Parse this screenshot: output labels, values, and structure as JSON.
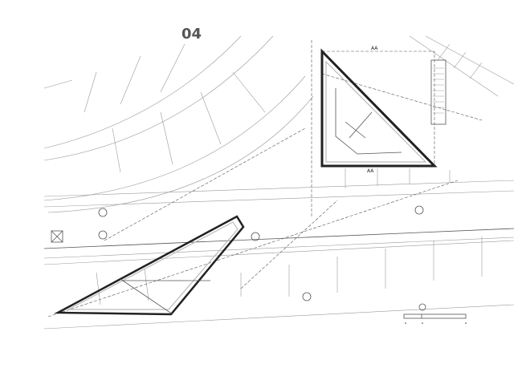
{
  "drawing": {
    "section_marker_top": "AA",
    "section_marker_bottom": "AA",
    "plot_number_fragment": "04",
    "scale_bar_segments": 2
  }
}
